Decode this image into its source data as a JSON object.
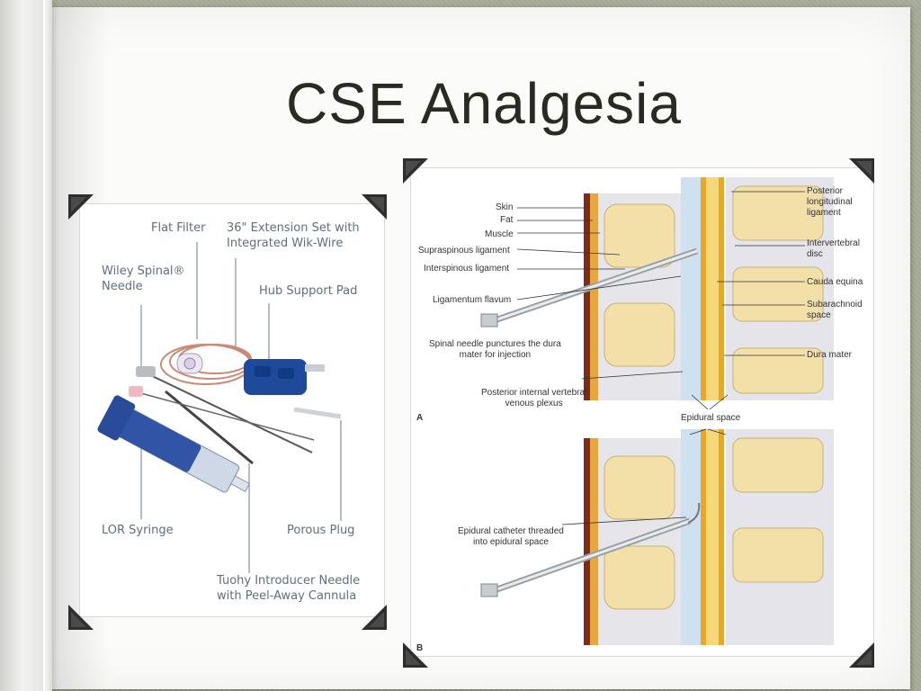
{
  "slide": {
    "title": "CSE Analgesia"
  },
  "kit_figure": {
    "labels": {
      "flat_filter": "Flat Filter",
      "extension_set": "36\" Extension Set with\nIntegrated Wik-Wire",
      "wiley_needle": "Wiley Spinal®\nNeedle",
      "hub_pad": "Hub Support Pad",
      "lor_syringe": "LOR Syringe",
      "porous_plug": "Porous Plug",
      "tuohy": "Tuohy Introducer Needle\nwith Peel-Away Cannula"
    }
  },
  "spine_figure": {
    "panel_a_marker": "A",
    "panel_b_marker": "B",
    "labels_left": {
      "skin": "Skin",
      "fat": "Fat",
      "muscle": "Muscle",
      "supraspinous": "Supraspinous ligament",
      "interspinous": "Interspinous ligament",
      "flavum": "Ligamentum flavum",
      "spinal_needle": "Spinal needle punctures the dura\nmater for injection",
      "plexus": "Posterior internal vertebral\nvenous plexus",
      "catheter": "Epidural catheter threaded\ninto epidural space"
    },
    "labels_right": {
      "pll": "Posterior\nlongitudinal\nligament",
      "disc": "Intervertebral\ndisc",
      "cauda": "Cauda equina",
      "subarachnoid": "Subarachnoid\nspace",
      "dura": "Dura mater",
      "epidural": "Epidural space"
    }
  }
}
